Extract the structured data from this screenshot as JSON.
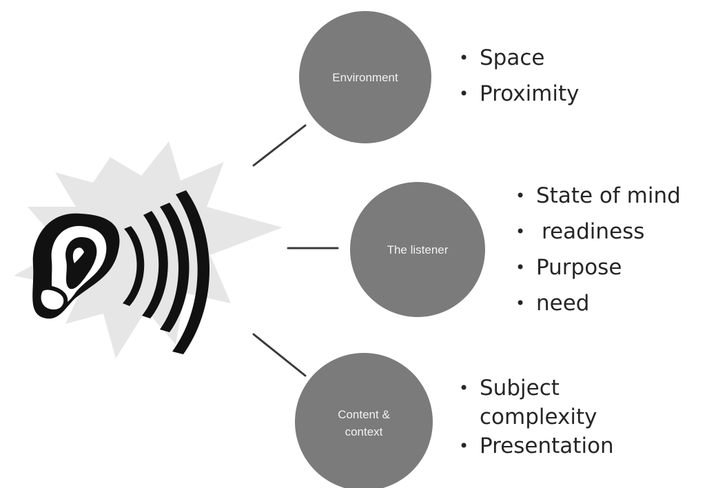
{
  "diagram": {
    "nodes": [
      {
        "id": "environment",
        "label_lines": [
          "Environment"
        ],
        "bullets": [
          "Space",
          "Proximity"
        ]
      },
      {
        "id": "listener",
        "label_lines": [
          "The listener"
        ],
        "bullets": [
          "State of mind",
          "readiness",
          "Purpose",
          "need"
        ]
      },
      {
        "id": "content",
        "label_lines": [
          "Content &",
          "context"
        ],
        "bullets": [
          "Subject complexity",
          "Presentation"
        ]
      }
    ],
    "icon": "ear-with-sound-waves-icon",
    "colors": {
      "node_fill": "#7b7b7b",
      "node_text": "#f2f2f2",
      "burst_fill": "#e6e6e6",
      "ear": "#111111",
      "connector": "#3a3a3a",
      "bullet_text": "#262626"
    }
  }
}
